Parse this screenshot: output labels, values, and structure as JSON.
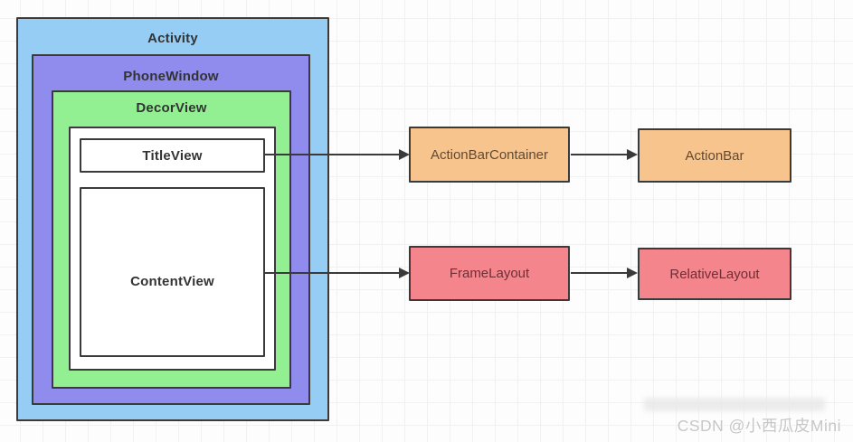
{
  "diagram": {
    "title_hint": "Android view hierarchy diagram",
    "nested_boxes": {
      "activity": "Activity",
      "phone_window": "PhoneWindow",
      "decor_view": "DecorView",
      "title_view": "TitleView",
      "content_view": "ContentView"
    },
    "flow_nodes": {
      "action_bar_container": "ActionBarContainer",
      "action_bar": "ActionBar",
      "frame_layout": "FrameLayout",
      "relative_layout": "RelativeLayout"
    },
    "edges": [
      {
        "from": "TitleView",
        "to": "ActionBarContainer"
      },
      {
        "from": "ActionBarContainer",
        "to": "ActionBar"
      },
      {
        "from": "ContentView",
        "to": "FrameLayout"
      },
      {
        "from": "FrameLayout",
        "to": "RelativeLayout"
      }
    ],
    "colors": {
      "activity_fill": "#96cdf4",
      "phone_window_fill": "#8f8cee",
      "decor_view_fill": "#92f092",
      "inner_fill": "#ffffff",
      "action_bar_fill": "#f7c48e",
      "layout_fill": "#f5858c",
      "stroke": "#3a3a3a",
      "grid_line": "#f1f1f1"
    }
  },
  "watermark": {
    "text": "CSDN @小西瓜皮Mini"
  }
}
